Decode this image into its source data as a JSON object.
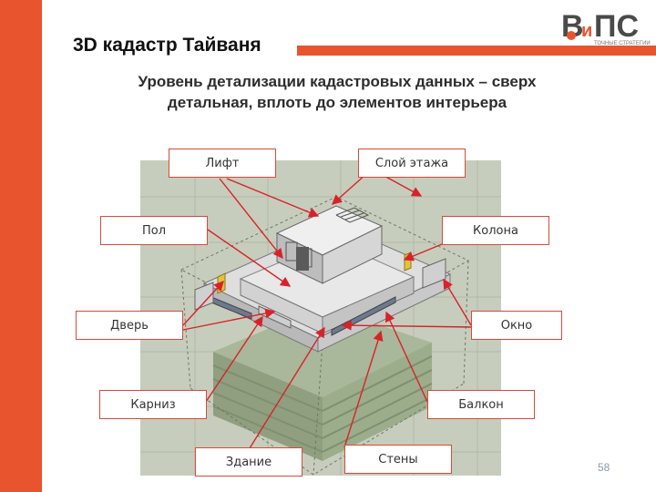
{
  "slide": {
    "title": "3D кадастр Тайваня",
    "subtitle_line1": "Уровень детализации кадастровых данных – сверх",
    "subtitle_line2": "детальная, вплоть до элементов интерьера",
    "page_number": "58"
  },
  "logo": {
    "letters": "ВиПС",
    "tagline": "ТОЧНЫЕ СТРАТЕГИИ"
  },
  "callouts": {
    "lift": "Лифт",
    "floor_layer": "Слой этажа",
    "floor": "Пол",
    "column": "Колона",
    "door": "Дверь",
    "window": "Окно",
    "cornice": "Карниз",
    "balcony": "Балкон",
    "building": "Здание",
    "walls": "Стены"
  },
  "colors": {
    "accent": "#e8542e",
    "callout_border": "#d84a3a",
    "arrow": "#d8222a",
    "scene_bg": "#c7cdbc",
    "page_number": "#8a9bb0"
  }
}
